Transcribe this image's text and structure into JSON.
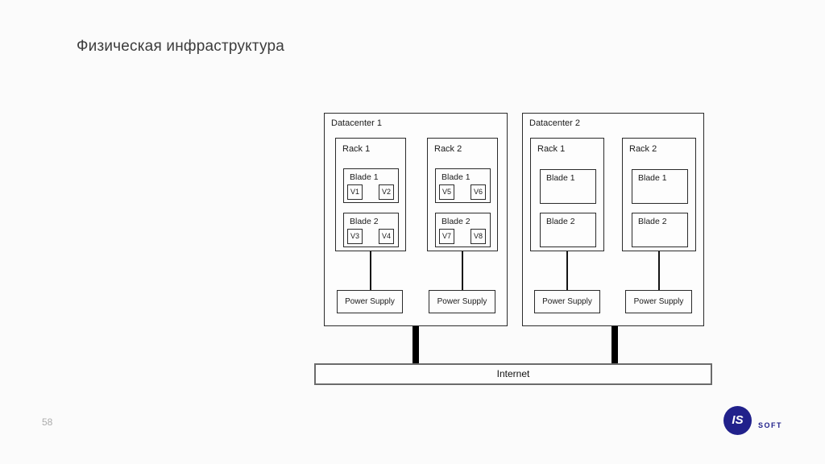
{
  "slide": {
    "title": "Физическая инфраструктура",
    "page_number": "58"
  },
  "logo": {
    "mark": "IS",
    "text": "SOFT",
    "brand_color": "#21218b"
  },
  "diagram": {
    "internet_label": "Internet",
    "power_supply_label": "Power Supply",
    "datacenters": [
      {
        "label": "Datacenter 1",
        "racks": [
          {
            "label": "Rack 1",
            "blades": [
              {
                "label": "Blade 1",
                "vms": [
                  "V1",
                  "V2"
                ]
              },
              {
                "label": "Blade 2",
                "vms": [
                  "V3",
                  "V4"
                ]
              }
            ]
          },
          {
            "label": "Rack 2",
            "blades": [
              {
                "label": "Blade 1",
                "vms": [
                  "V5",
                  "V6"
                ]
              },
              {
                "label": "Blade 2",
                "vms": [
                  "V7",
                  "V8"
                ]
              }
            ]
          }
        ]
      },
      {
        "label": "Datacenter 2",
        "racks": [
          {
            "label": "Rack 1",
            "blades": [
              {
                "label": "Blade 1",
                "vms": []
              },
              {
                "label": "Blade 2",
                "vms": []
              }
            ]
          },
          {
            "label": "Rack 2",
            "blades": [
              {
                "label": "Blade 1",
                "vms": []
              },
              {
                "label": "Blade 2",
                "vms": []
              }
            ]
          }
        ]
      }
    ]
  }
}
